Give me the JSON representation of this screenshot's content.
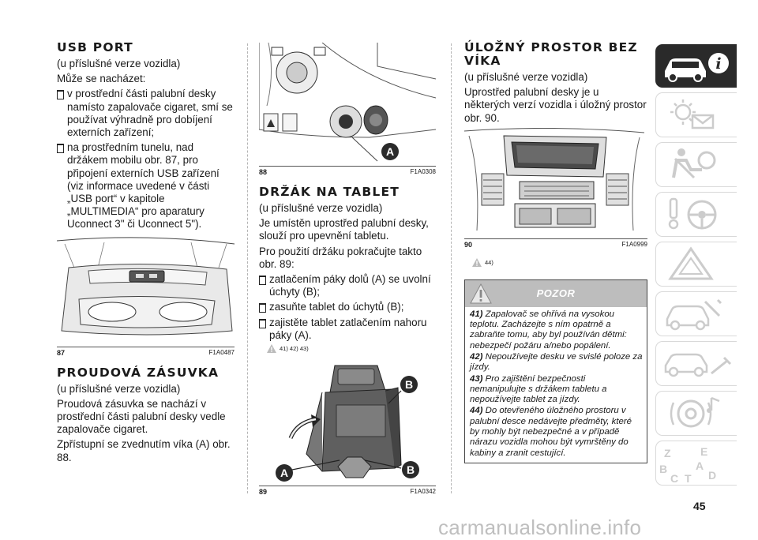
{
  "col1": {
    "usb": {
      "title": "USB PORT",
      "sub": "(u příslušné verze vozidla)",
      "intro": "Může se nacházet:",
      "b1": "v prostřední části palubní desky namísto zapalovače cigaret, smí se používat výhradně pro dobíjení externích zařízení;",
      "b2": "na prostředním tunelu, nad držákem mobilu obr. 87, pro připojení externích USB zařízení (viz informace uvedené v části „USB port“ v kapitole „MULTIMEDIA“ pro aparatury Uconnect 3\" či Uconnect 5\")."
    },
    "fig87": {
      "num": "87",
      "code": "F1A0487"
    },
    "socket": {
      "title": "PROUDOVÁ ZÁSUVKA",
      "sub": "(u příslušné verze vozidla)",
      "p1": "Proudová zásuvka se nachází v prostřední části palubní desky vedle zapalovače cigaret.",
      "p2": "Zpřístupní se zvednutím víka (A) obr. 88."
    }
  },
  "col2": {
    "fig88": {
      "num": "88",
      "code": "F1A0308",
      "label": "A"
    },
    "tablet": {
      "title": "DRŽÁK NA TABLET",
      "sub": "(u příslušné verze vozidla)",
      "p1": "Je umístěn uprostřed palubní desky, slouží pro upevnění tabletu.",
      "p2": "Pro použití držáku pokračujte takto obr. 89:",
      "b1": "zatlačením páky dolů (A) se uvolní úchyty (B);",
      "b2": "zasuňte tablet do úchytů (B);",
      "b3": "zajistěte tablet zatlačením nahoru páky (A).",
      "refs": "41) 42) 43)"
    },
    "fig89": {
      "num": "89",
      "code": "F1A0342",
      "labelA": "A",
      "labelB1": "B",
      "labelB2": "B"
    }
  },
  "col3": {
    "storage": {
      "title1": "ÚLOŽNÝ PROSTOR BEZ",
      "title2": "VÍKA",
      "sub": "(u příslušné verze vozidla)",
      "p1": "Uprostřed palubní desky je u některých verzí vozidla i úložný prostor obr. 90."
    },
    "fig90": {
      "num": "90",
      "code": "F1A0999"
    },
    "refs": "44)",
    "warning": {
      "head": "POZOR",
      "items": [
        {
          "n": "41)",
          "text": "Zapalovač se ohřívá na vysokou teplotu. Zacházejte s ním opatrně a zabraňte tomu, aby byl používán dětmi: nebezpečí požáru a/nebo popálení."
        },
        {
          "n": "42)",
          "text": "Nepoužívejte desku ve svislé poloze za jízdy."
        },
        {
          "n": "43)",
          "text": "Pro zajištění bezpečnosti nemanipulujte s držákem tabletu a nepoužívejte tablet za jízdy."
        },
        {
          "n": "44)",
          "text": "Do otevřeného úložného prostoru v palubní desce nedávejte předměty, které by mohly být nebezpečné a v případě nárazu vozidla mohou být vymrštěny do kabiny a zranit cestující."
        }
      ]
    }
  },
  "sidebar": {
    "icons": [
      "car-info-icon",
      "warning-lights-icon",
      "airbag-icon",
      "steering-key-icon",
      "warning-triangle-icon",
      "car-service-icon",
      "specs-car-icon",
      "multimedia-icon",
      "index-letters-icon"
    ],
    "index_letters": [
      "Z",
      "E",
      "B",
      "A",
      "C",
      "T",
      "D"
    ]
  },
  "page_number": "45",
  "watermark": "carmanualsonline.info",
  "colors": {
    "dark_tab": "#2a2a2a",
    "warn_head": "#bdbdbd",
    "tab_border": "#d9d9d9"
  }
}
